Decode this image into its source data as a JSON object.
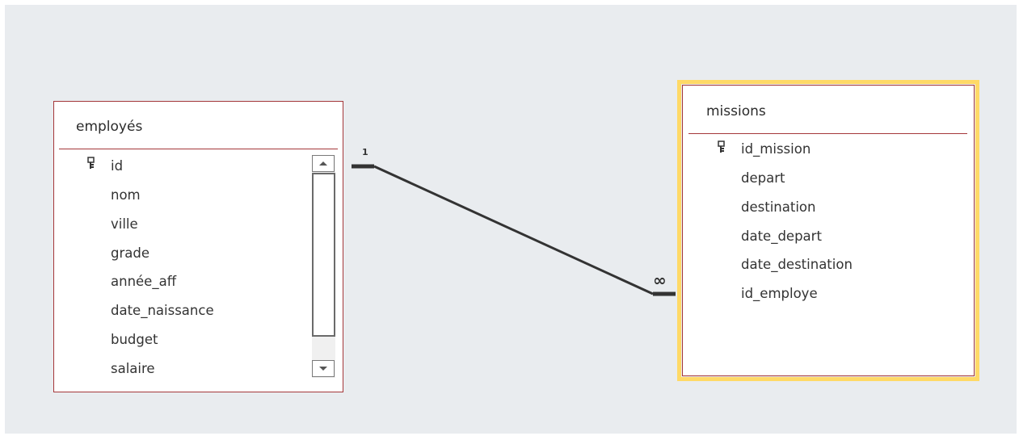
{
  "tables": {
    "employes": {
      "title": "employés",
      "fields": {
        "f0": {
          "label": "id",
          "primary_key": true
        },
        "f1": {
          "label": "nom"
        },
        "f2": {
          "label": "ville"
        },
        "f3": {
          "label": "grade"
        },
        "f4": {
          "label": "année_aff"
        },
        "f5": {
          "label": "date_naissance"
        },
        "f6": {
          "label": "budget"
        },
        "f7": {
          "label": "salaire"
        }
      }
    },
    "missions": {
      "title": "missions",
      "selected": true,
      "fields": {
        "f0": {
          "label": "id_mission",
          "primary_key": true
        },
        "f1": {
          "label": "depart"
        },
        "f2": {
          "label": "destination"
        },
        "f3": {
          "label": "date_depart"
        },
        "f4": {
          "label": "date_destination"
        },
        "f5": {
          "label": "id_employe"
        }
      }
    }
  },
  "relationship": {
    "one_side_label": "1",
    "many_side_symbol": "∞",
    "from": "employés.id",
    "to": "missions.id_employe"
  },
  "icons": {
    "primary_key": "key-icon",
    "scroll_up": "scroll-up-arrow-icon",
    "scroll_down": "scroll-down-arrow-icon"
  },
  "colors": {
    "canvas_bg": "#e9ecef",
    "table_border": "#a4373a",
    "selection_highlight": "#ffd966",
    "relationship_line": "#333333"
  }
}
